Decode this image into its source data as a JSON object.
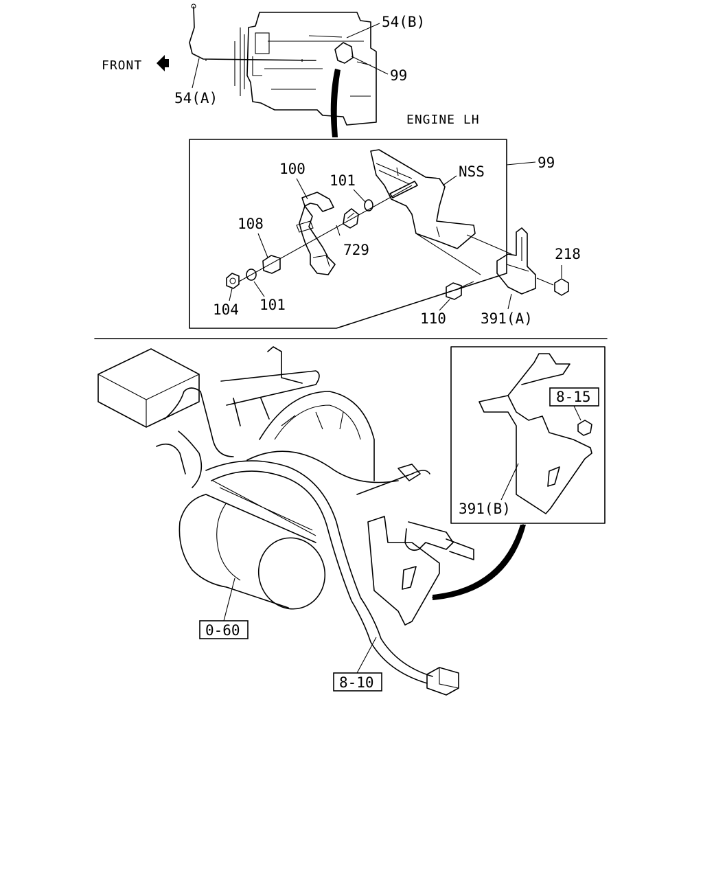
{
  "labels": {
    "front": "FRONT",
    "engine_lh": "ENGINE LH",
    "part_54a": "54(A)",
    "part_54b": "54(B)",
    "part_99_top": "99",
    "part_99_box": "99",
    "part_100": "100",
    "part_101_upper": "101",
    "part_101_lower": "101",
    "part_108": "108",
    "part_729": "729",
    "part_104": "104",
    "part_nss": "NSS",
    "part_218": "218",
    "part_110": "110",
    "part_391a": "391(A)",
    "part_391b": "391(B)",
    "ref_8_15": "8-15",
    "ref_0_60": "0-60",
    "ref_8_10": "8-10"
  },
  "icons": {
    "front_arrow": "left-arrow-icon"
  }
}
